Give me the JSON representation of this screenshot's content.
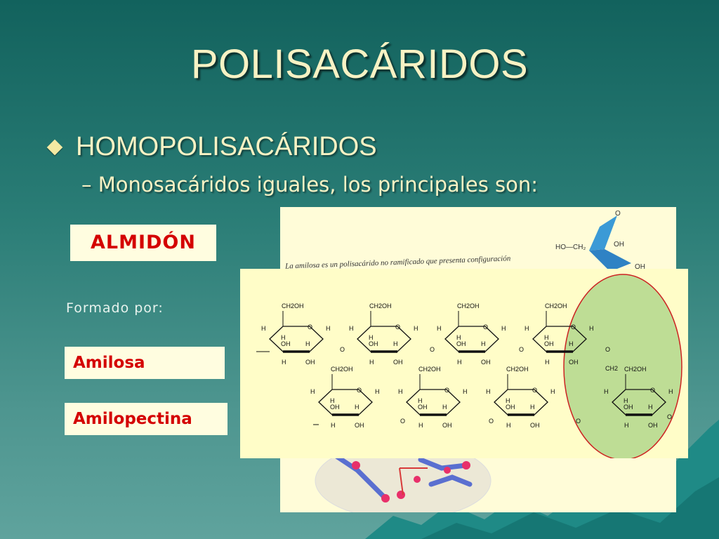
{
  "slide": {
    "title": "POLISACÁRIDOS",
    "bullet_main": "HOMOPOLISACÁRIDOS",
    "bullet_sub": "– Monosacáridos iguales, los principales son:",
    "formado_label": "Formado por:",
    "box_almidon": "ALMIDÓN",
    "box_amilosa": "Amilosa",
    "box_amilopectina": "Amilopectina"
  },
  "figure": {
    "back_caption": "La amilosa es un polisacárido no ramificado que presenta configuración",
    "hoch_label": "HO—CH₂",
    "oh_label": "OH",
    "o_label": "O",
    "ring_labels": {
      "ch2oh": "CH2OH",
      "h": "H",
      "oh": "OH",
      "o": "O",
      "ch2": "CH2"
    },
    "highlight_color": "#b7d98f",
    "highlight_stroke": "#cc2222"
  }
}
